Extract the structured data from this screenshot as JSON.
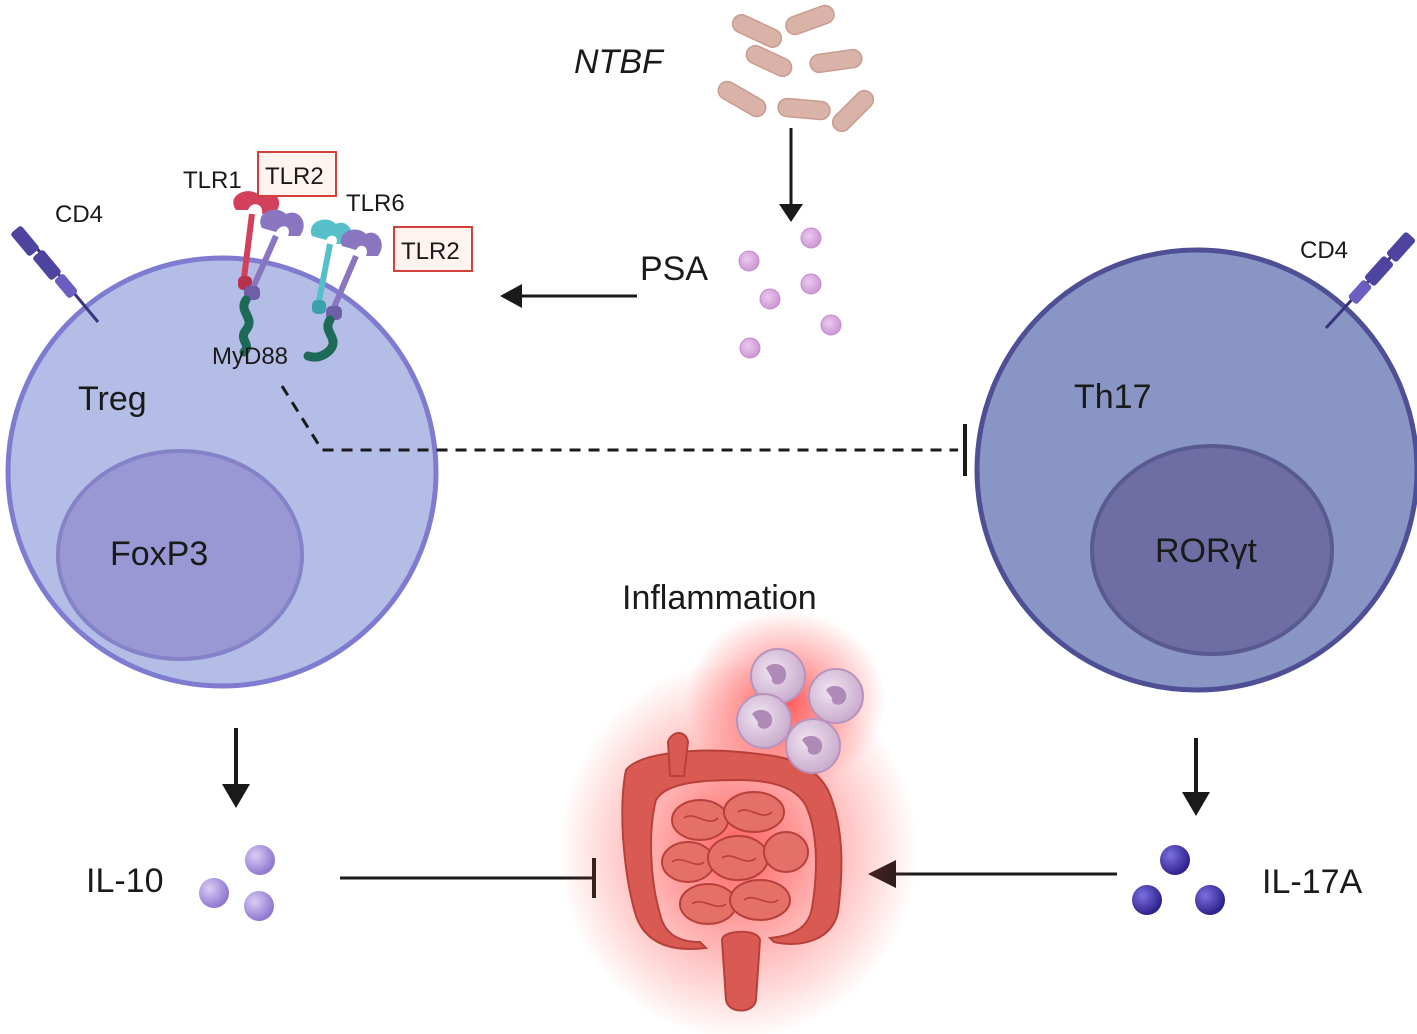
{
  "labels": {
    "ntbf": "NTBF",
    "psa": "PSA",
    "treg": "Treg",
    "foxp3": "FoxP3",
    "th17": "Th17",
    "roryt": "RORγt",
    "cd4_left": "CD4",
    "cd4_right": "CD4",
    "tlr1": "TLR1",
    "tlr2_top": "TLR2",
    "tlr6": "TLR6",
    "tlr2_right": "TLR2",
    "myd88": "MyD88",
    "inflammation": "Inflammation",
    "il10": "IL-10",
    "il17a": "IL-17A"
  },
  "colors": {
    "treg_cell": "#b3bde6",
    "treg_membrane": "#7e7bd0",
    "treg_nucleus": "#9a98d4",
    "th17_cell": "#8995c4",
    "th17_membrane": "#4e4f94",
    "th17_nucleus": "#6e6ea4",
    "bacteria": "#d9b3a8",
    "psa_particle": "#d6a6dc",
    "il10_particle": "#a28ed8",
    "il17a_particle": "#3c2fa0",
    "tlr1": "#d2405c",
    "tlr6": "#56bfc9",
    "tlr2": "#8a76c0",
    "myd88": "#1e6a58",
    "intestine": "#d85a52",
    "glow": "#ff2a2a",
    "arrow": "#1a1a1a"
  },
  "icons": [
    "bacteria-icon",
    "cd4-receptor-icon",
    "tlr-receptor-icon",
    "myd88-adapter-icon",
    "intestine-icon",
    "neutrophil-icon"
  ]
}
